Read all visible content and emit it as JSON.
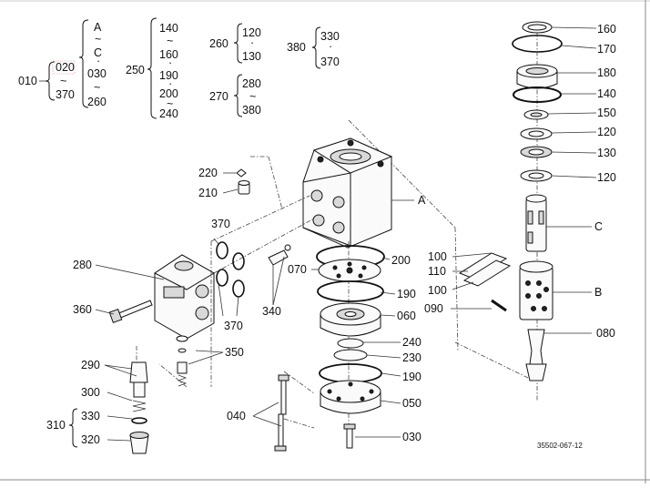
{
  "header": {
    "g010": {
      "ref": "010",
      "from": "020",
      "to": "370",
      "tilde": "~",
      "list": [
        "A",
        "~",
        "C",
        "·",
        "030",
        "~",
        "260"
      ]
    },
    "g250": {
      "ref": "250",
      "list": [
        "140",
        "~",
        "160",
        "·",
        "190",
        "·",
        "200",
        "~",
        "240"
      ]
    },
    "g260": {
      "ref": "260",
      "list": [
        "120",
        "·",
        "130"
      ]
    },
    "g270": {
      "ref": "270",
      "list": [
        "280",
        "~",
        "380"
      ]
    },
    "g380": {
      "ref": "380",
      "list": [
        "330",
        "·",
        "370"
      ]
    }
  },
  "callouts": {
    "c160": "160",
    "c170": "170",
    "c180": "180",
    "c140": "140",
    "c150": "150",
    "c120a": "120",
    "c130": "130",
    "c120b": "120",
    "cC": "C",
    "cB": "B",
    "c080": "080",
    "c090": "090",
    "c100a": "100",
    "c110": "110",
    "c100b": "100",
    "c220": "220",
    "c210": "210",
    "cA": "A",
    "c370a": "370",
    "c200": "200",
    "c070": "070",
    "c190a": "190",
    "c060": "060",
    "c240": "240",
    "c230": "230",
    "c190b": "190",
    "c050": "050",
    "c030": "030",
    "c280": "280",
    "c360": "360",
    "c340": "340",
    "c370b": "370",
    "c350": "350",
    "c290": "290",
    "c300": "300",
    "c330": "330",
    "c310": "310",
    "c320": "320",
    "c040": "040"
  },
  "drawing_code": "35502-067-12"
}
